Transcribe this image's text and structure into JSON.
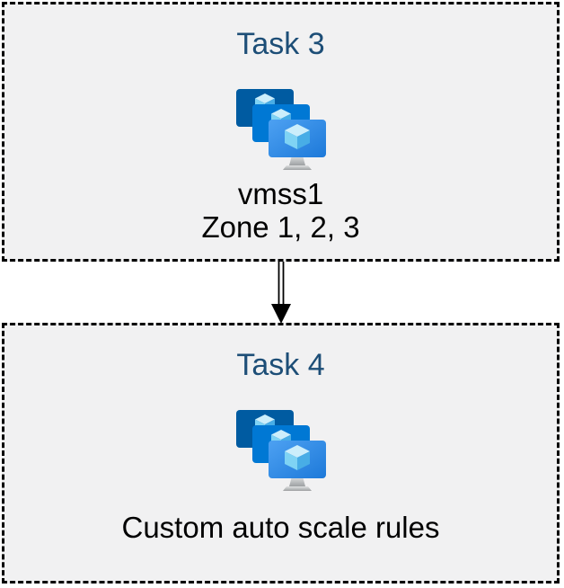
{
  "diagram": {
    "boxes": [
      {
        "title": "Task 3",
        "icon": "vm-scale-set-icon",
        "labels": [
          "vmss1",
          "Zone 1, 2, 3"
        ]
      },
      {
        "title": "Task 4",
        "icon": "vm-scale-set-icon",
        "labels": [
          "Custom auto scale rules"
        ]
      }
    ],
    "connector": {
      "shape": "double-line-arrow",
      "direction": "down",
      "from": "Task 3",
      "to": "Task 4"
    },
    "colors": {
      "box_fill": "#F1F1F2",
      "box_border": "#000000",
      "title_text": "#1D4E77",
      "label_text": "#000000",
      "monitor_back": "#005BA1",
      "monitor_middle": "#0078D4",
      "monitor_front_gradient_start": "#4DA1F2",
      "monitor_front_gradient_end": "#1D79D9",
      "cube_top": "#CCEEFB",
      "cube_left": "#7FD3F4",
      "cube_right": "#48ADE6",
      "stand_gradient_start": "#E0E2E3",
      "stand_gradient_end": "#9DA0A2",
      "arrow": "#000000"
    }
  }
}
